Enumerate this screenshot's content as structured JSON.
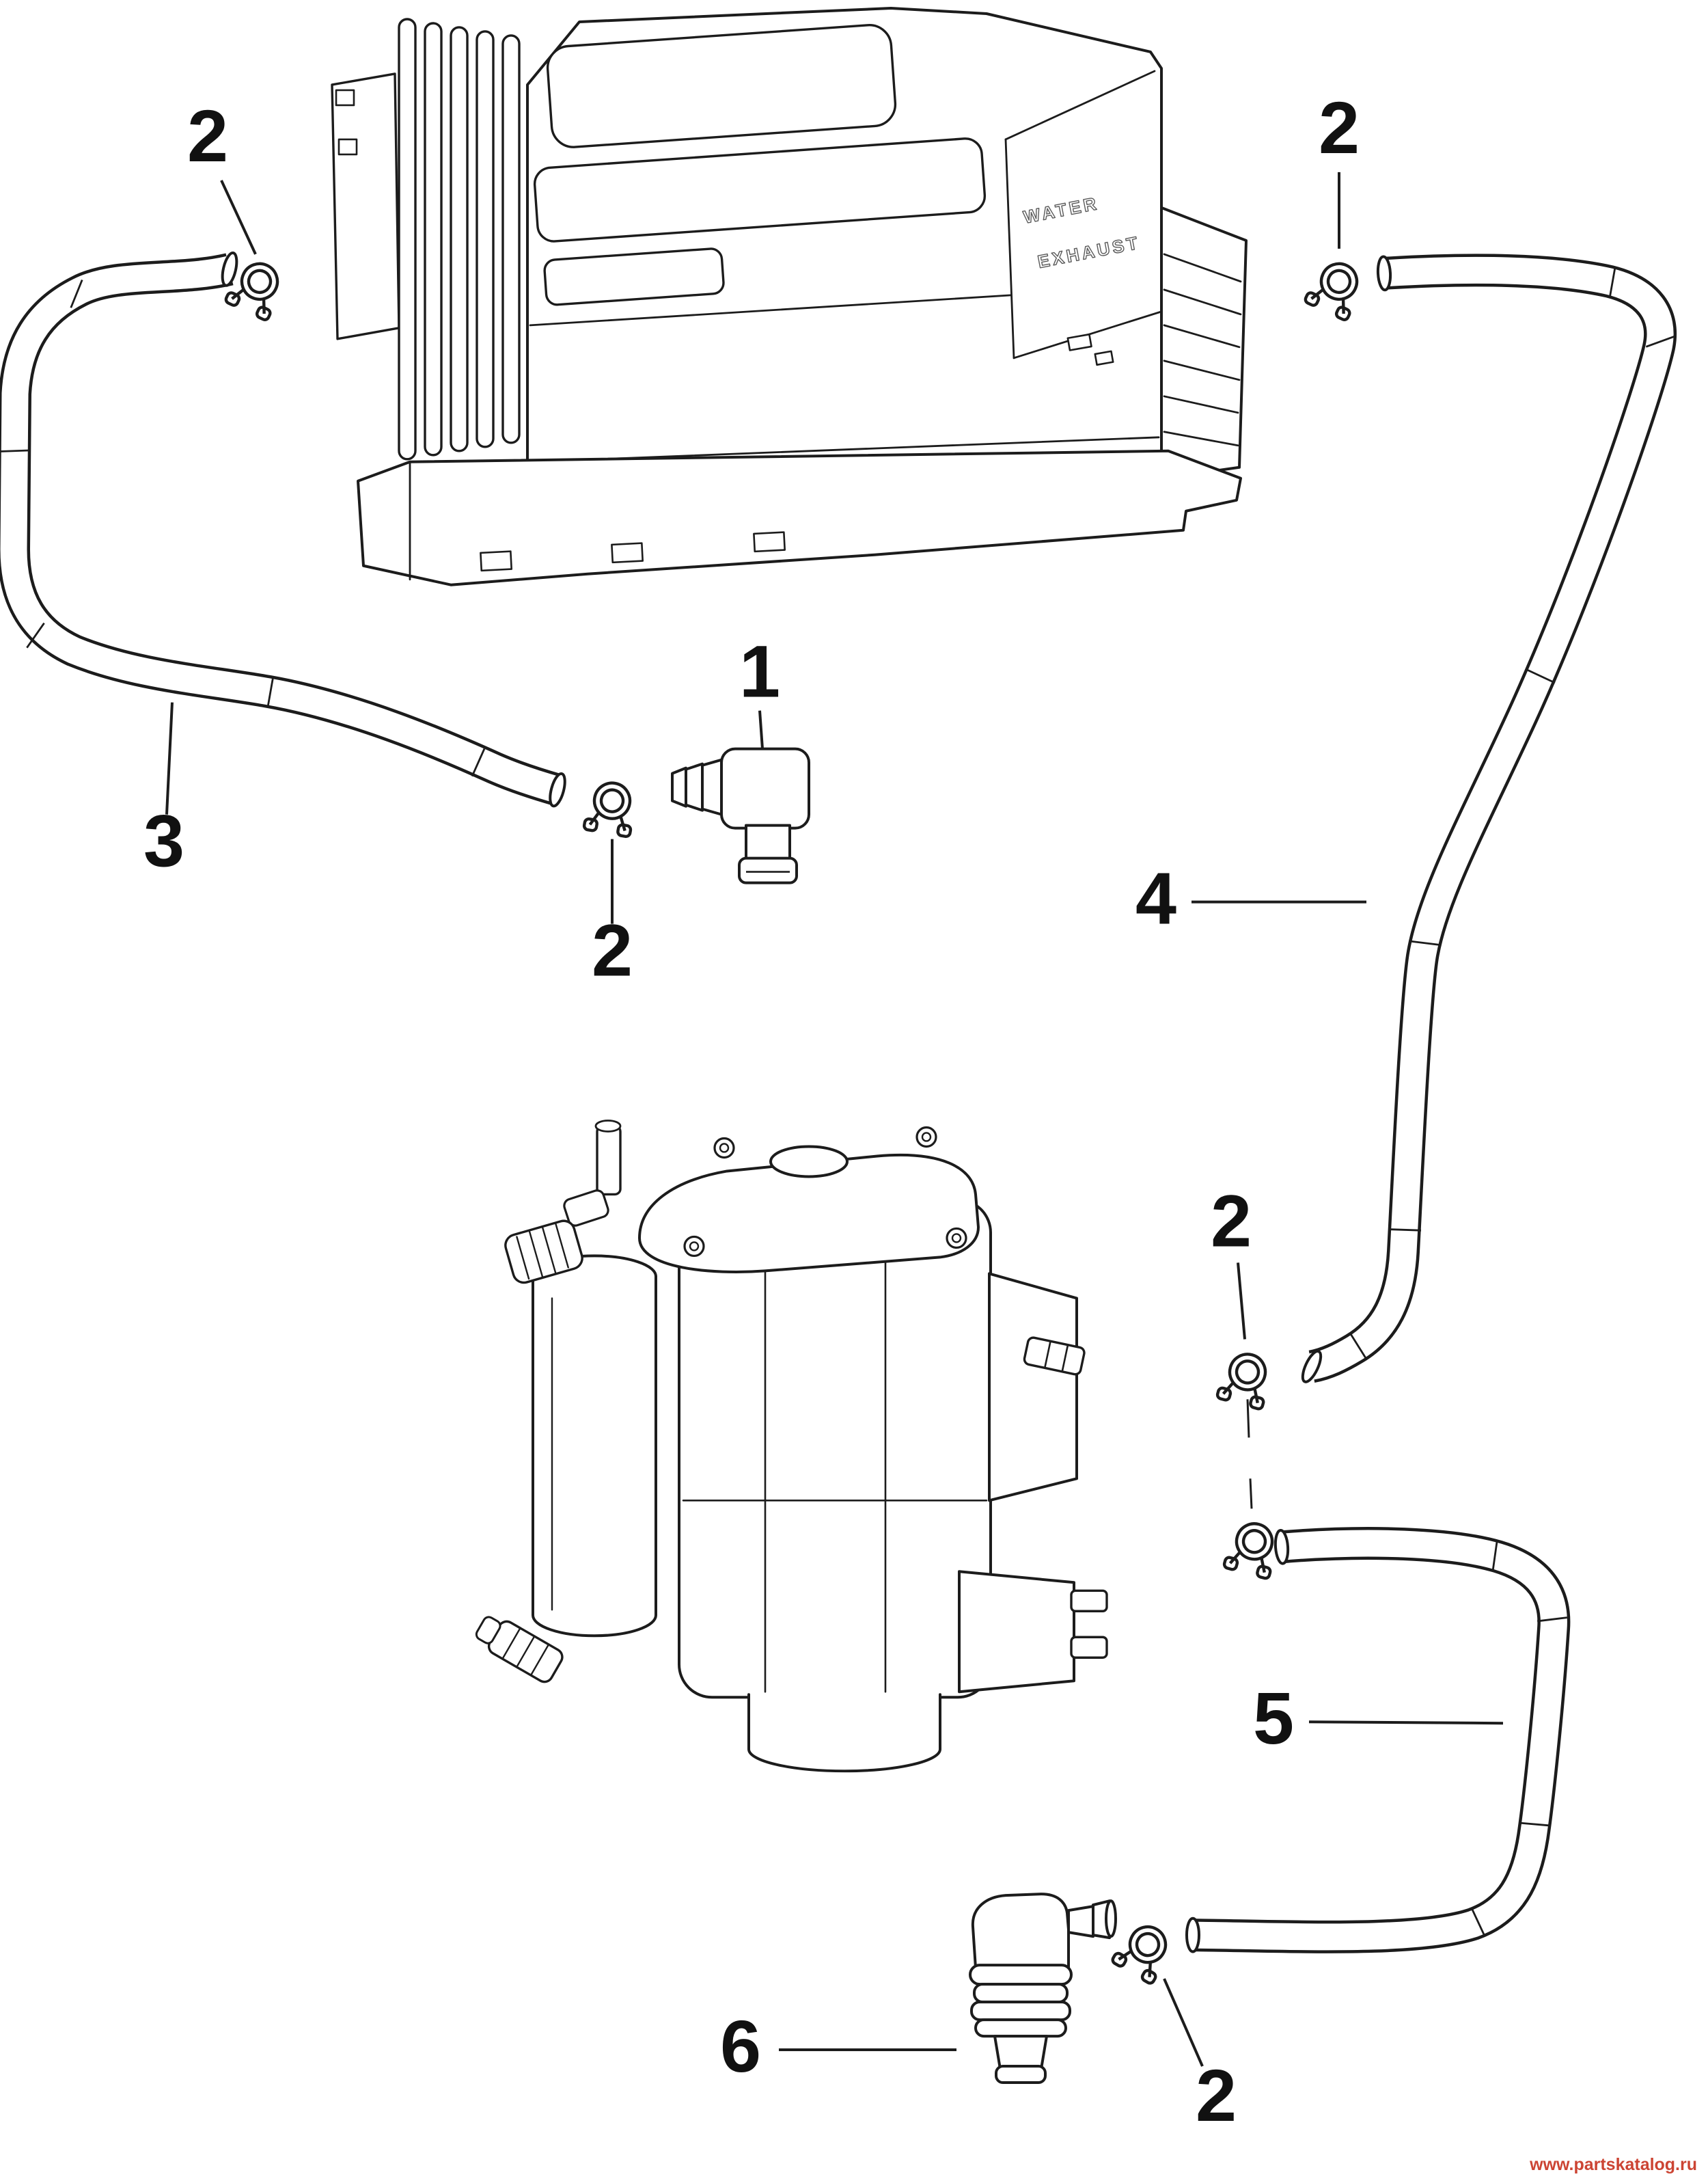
{
  "page": {
    "watermark": {
      "text": "www.partskatalog.ru",
      "color": "#cc4433"
    }
  },
  "diagram": {
    "embossed_labels": {
      "water": "WATER",
      "exhaust": "EXHAUST"
    },
    "callouts": [
      {
        "id": "clamp-top-left",
        "label": "2"
      },
      {
        "id": "clamp-top-right",
        "label": "2"
      },
      {
        "id": "elbow-fitting",
        "label": "1"
      },
      {
        "id": "clamp-center",
        "label": "2"
      },
      {
        "id": "hose-upper-left",
        "label": "3"
      },
      {
        "id": "hose-right",
        "label": "4"
      },
      {
        "id": "clamp-hose-right",
        "label": "2"
      },
      {
        "id": "hose-lower-right",
        "label": "5"
      },
      {
        "id": "clamp-bottom",
        "label": "2"
      },
      {
        "id": "elbow-fitting-bottom",
        "label": "6"
      }
    ]
  }
}
